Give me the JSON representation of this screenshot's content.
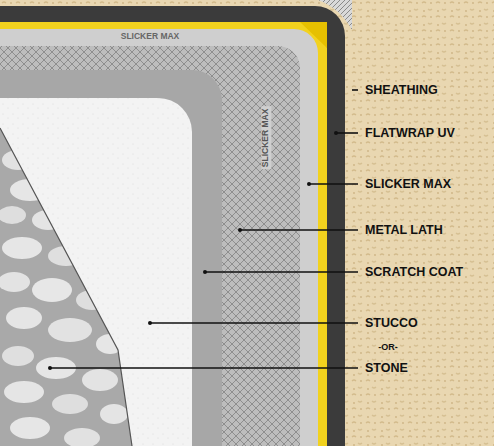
{
  "diagram": {
    "labels": [
      "SHEATHING",
      "FLATWRAP UV",
      "SLICKER MAX",
      "METAL LATH",
      "SCRATCH COAT",
      "STUCCO",
      "-OR-",
      "STONE",
      "SLICKER MAX",
      "SLICKER MAX"
    ]
  }
}
